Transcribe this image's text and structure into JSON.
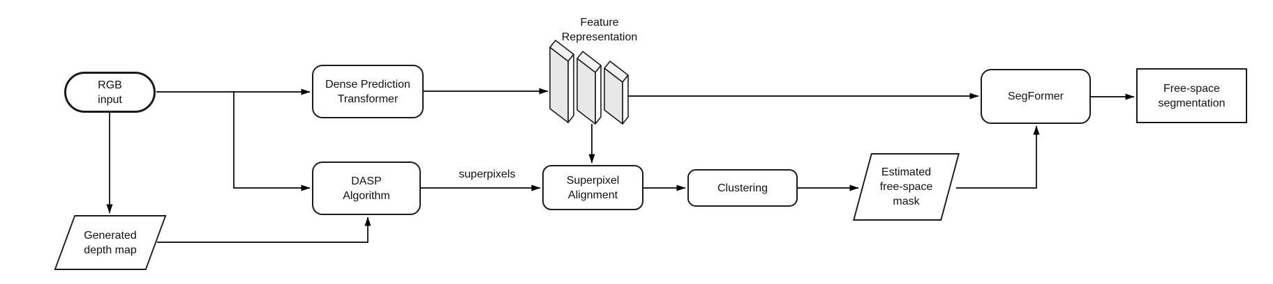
{
  "diagram": {
    "background_color": "#ffffff",
    "line_color": "#000000",
    "node_fill": "#ffffff",
    "node_border_color": "#1a1a1a",
    "slab_front_color": "#e8e8e8",
    "slab_top_color": "#f2f2f2",
    "slab_side_color": "#ffffff",
    "nodes": {
      "rgb_input": {
        "label": "RGB\ninput",
        "shape": "stadium"
      },
      "generated_depth_map": {
        "label": "Generated\ndepth map",
        "shape": "parallelogram"
      },
      "dense_prediction_transformer": {
        "label": "Dense Prediction\nTransformer",
        "shape": "rounded-rect"
      },
      "dasp_algorithm": {
        "label": "DASP\nAlgorithm",
        "shape": "rounded-rect"
      },
      "feature_representation": {
        "label": "Feature\nRepresentation",
        "shape": "stacked-planes-icon"
      },
      "superpixel_alignment": {
        "label": "Superpixel\nAlignment",
        "shape": "rounded-rect"
      },
      "clustering": {
        "label": "Clustering",
        "shape": "rounded-rect"
      },
      "estimated_free_space_mask": {
        "label": "Estimated\nfree-space\nmask",
        "shape": "parallelogram"
      },
      "segformer": {
        "label": "SegFormer",
        "shape": "rounded-rect"
      },
      "free_space_segmentation": {
        "label": "Free-space\nsegmentation",
        "shape": "rect"
      }
    },
    "edge_labels": {
      "superpixels": "superpixels"
    }
  }
}
